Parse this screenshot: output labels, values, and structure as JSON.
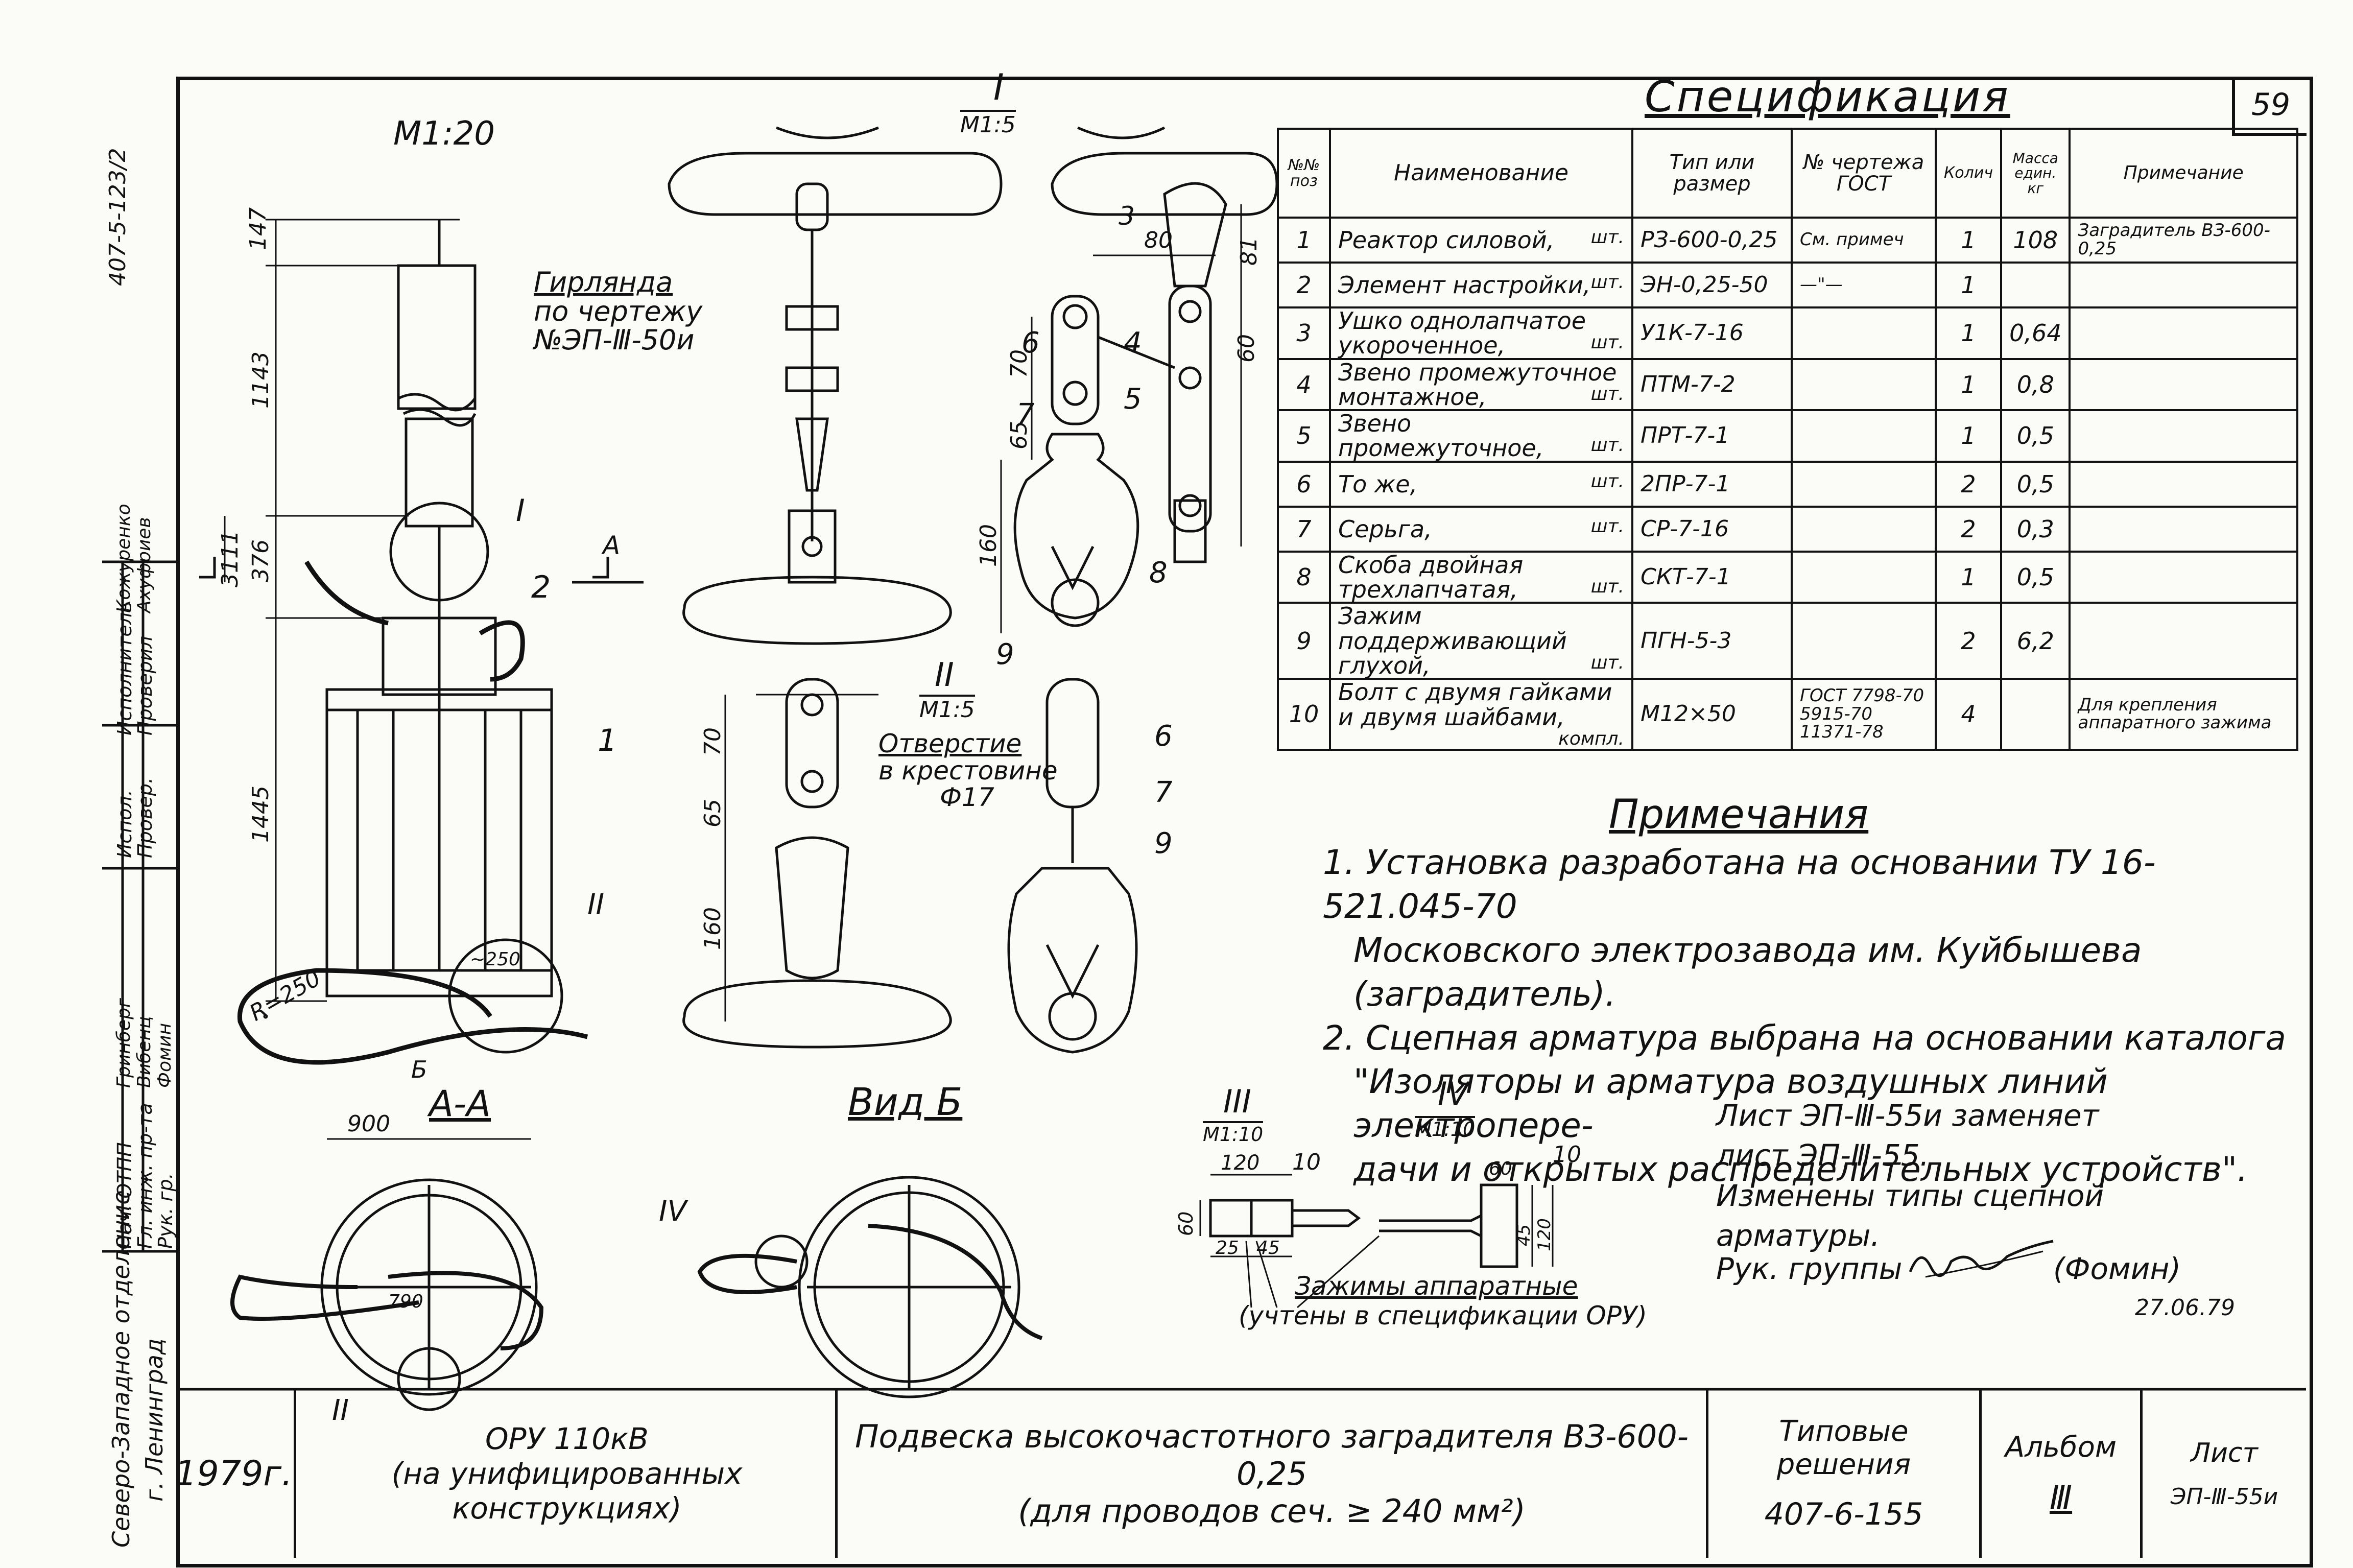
{
  "sheet_number_top": "59",
  "spec": {
    "title": "Спецификация",
    "headers": [
      "№№ поз",
      "Наименование",
      "Тип или размер",
      "№ чертежа ГОСТ",
      "Колич",
      "Масса един. кг",
      "Примечание"
    ],
    "rows": [
      {
        "pos": "1",
        "name": "Реактор силовой,",
        "unit": "шт.",
        "type": "РЗ-600-0,25",
        "gost": "См. примеч",
        "qty": "1",
        "mass": "108",
        "note": "Заградитель ВЗ-600-0,25"
      },
      {
        "pos": "2",
        "name": "Элемент настройки,",
        "unit": "шт.",
        "type": "ЭН-0,25-50",
        "gost": "—\"—",
        "qty": "1",
        "mass": "",
        "note": ""
      },
      {
        "pos": "3",
        "name": "Ушко однолапчатое укороченное,",
        "unit": "шт.",
        "type": "У1К-7-16",
        "gost": "",
        "qty": "1",
        "mass": "0,64",
        "note": ""
      },
      {
        "pos": "4",
        "name": "Звено промежуточное монтажное,",
        "unit": "шт.",
        "type": "ПТМ-7-2",
        "gost": "",
        "qty": "1",
        "mass": "0,8",
        "note": ""
      },
      {
        "pos": "5",
        "name": "Звено промежуточное,",
        "unit": "шт.",
        "type": "ПРТ-7-1",
        "gost": "",
        "qty": "1",
        "mass": "0,5",
        "note": ""
      },
      {
        "pos": "6",
        "name": "То же,",
        "unit": "шт.",
        "type": "2ПР-7-1",
        "gost": "",
        "qty": "2",
        "mass": "0,5",
        "note": ""
      },
      {
        "pos": "7",
        "name": "Серьга,",
        "unit": "шт.",
        "type": "СР-7-16",
        "gost": "",
        "qty": "2",
        "mass": "0,3",
        "note": ""
      },
      {
        "pos": "8",
        "name": "Скоба двойная трехлапчатая,",
        "unit": "шт.",
        "type": "СКТ-7-1",
        "gost": "",
        "qty": "1",
        "mass": "0,5",
        "note": ""
      },
      {
        "pos": "9",
        "name": "Зажим поддерживающий глухой,",
        "unit": "шт.",
        "type": "ПГН-5-3",
        "gost": "",
        "qty": "2",
        "mass": "6,2",
        "note": ""
      },
      {
        "pos": "10",
        "name": "Болт с двумя гайками и двумя шайбами,",
        "unit": "компл.",
        "type": "М12×50",
        "gost": "ГОСТ 7798-70 5915-70 11371-78",
        "qty": "4",
        "mass": "",
        "note": "Для крепления аппаратного зажима"
      }
    ]
  },
  "notes": {
    "title": "Примечания",
    "line1": "1. Установка разработана на основании ТУ 16-521.045-70",
    "line2": "Московского электрозавода им. Куйбышева (заградитель).",
    "line3": "2. Сцепная арматура выбрана на основании каталога",
    "line4": "\"Изоляторы и арматура воздушных линий электропере-",
    "line5": "дачи и открытых распределительных устройств\"."
  },
  "replace": {
    "line1": "Лист ЭП-Ⅲ-55и заменяет",
    "line2": "лист ЭП-Ⅲ-55.",
    "line3": "Изменены типы сцепной",
    "line4": "арматуры.",
    "sign_label": "Рук. группы",
    "sign_name": "(Фомин)",
    "date": "27.06.79"
  },
  "drawing": {
    "scale_main": "М1:20",
    "garland_1": "Гирлянда",
    "garland_2": "по чертежу",
    "garland_3": "№ЭП-Ⅲ-50и",
    "view_I": "I",
    "scale_I": "М1:5",
    "view_II": "II",
    "scale_II": "М1:5",
    "hole_1": "Отверстие",
    "hole_2": "в крестовине",
    "hole_3": "Ф17",
    "section_AA": "А-А",
    "view_B": "Вид Б",
    "view_III": "III",
    "scale_III": "М1:10",
    "view_IV": "IV",
    "scale_IV": "М1:10",
    "clamps_1": "Зажимы аппаратные",
    "clamps_2": "(учтены в спецификации ОРУ)",
    "radius": "R=250",
    "dims": {
      "d147": "147",
      "d1143": "1143",
      "d376": "376",
      "d1445": "1445",
      "d3111": "3111",
      "d900": "900",
      "d790": "790",
      "d250": "~250",
      "d80": "80",
      "d81": "81",
      "d70": "70",
      "d60": "60",
      "d65": "65",
      "d160": "160",
      "d120": "120",
      "d25": "25",
      "d45": "45",
      "d10": "10"
    },
    "callouts": {
      "c1": "1",
      "c2": "2",
      "c3": "3",
      "c4": "4",
      "c5": "5",
      "c6": "6",
      "c7": "7",
      "c8": "8",
      "c9": "9",
      "c10": "10"
    },
    "markA": "А",
    "markB": "Б"
  },
  "left_strip": {
    "org1": "Северо-Западное отделение",
    "org2": "г. Ленинград",
    "roles": [
      "Нач. ОТПП",
      "Гл. инж. пр-та",
      "Рук. гр.",
      "Испол.",
      "Провер.",
      "Исполнитель",
      "Проверил"
    ],
    "names": [
      "Гринберг",
      "Вибенц",
      "Фомин",
      "Кожуренко",
      "Ахуфриев"
    ],
    "top_code": "407-5-123/2"
  },
  "title_block": {
    "year": "1979г.",
    "object_1": "ОРУ 110кВ",
    "object_2": "(на унифицированных конструкциях)",
    "subject_1": "Подвеска высокочастотного заградителя ВЗ-600-0,25",
    "subject_2": "(для проводов сеч. ≥ 240 мм²)",
    "typical_label": "Типовые решения",
    "typical_code": "407-6-155",
    "album_label": "Альбом",
    "album_value": "Ⅲ",
    "sheet_label": "Лист",
    "sheet_value": "ЭП-Ⅲ-55и"
  }
}
